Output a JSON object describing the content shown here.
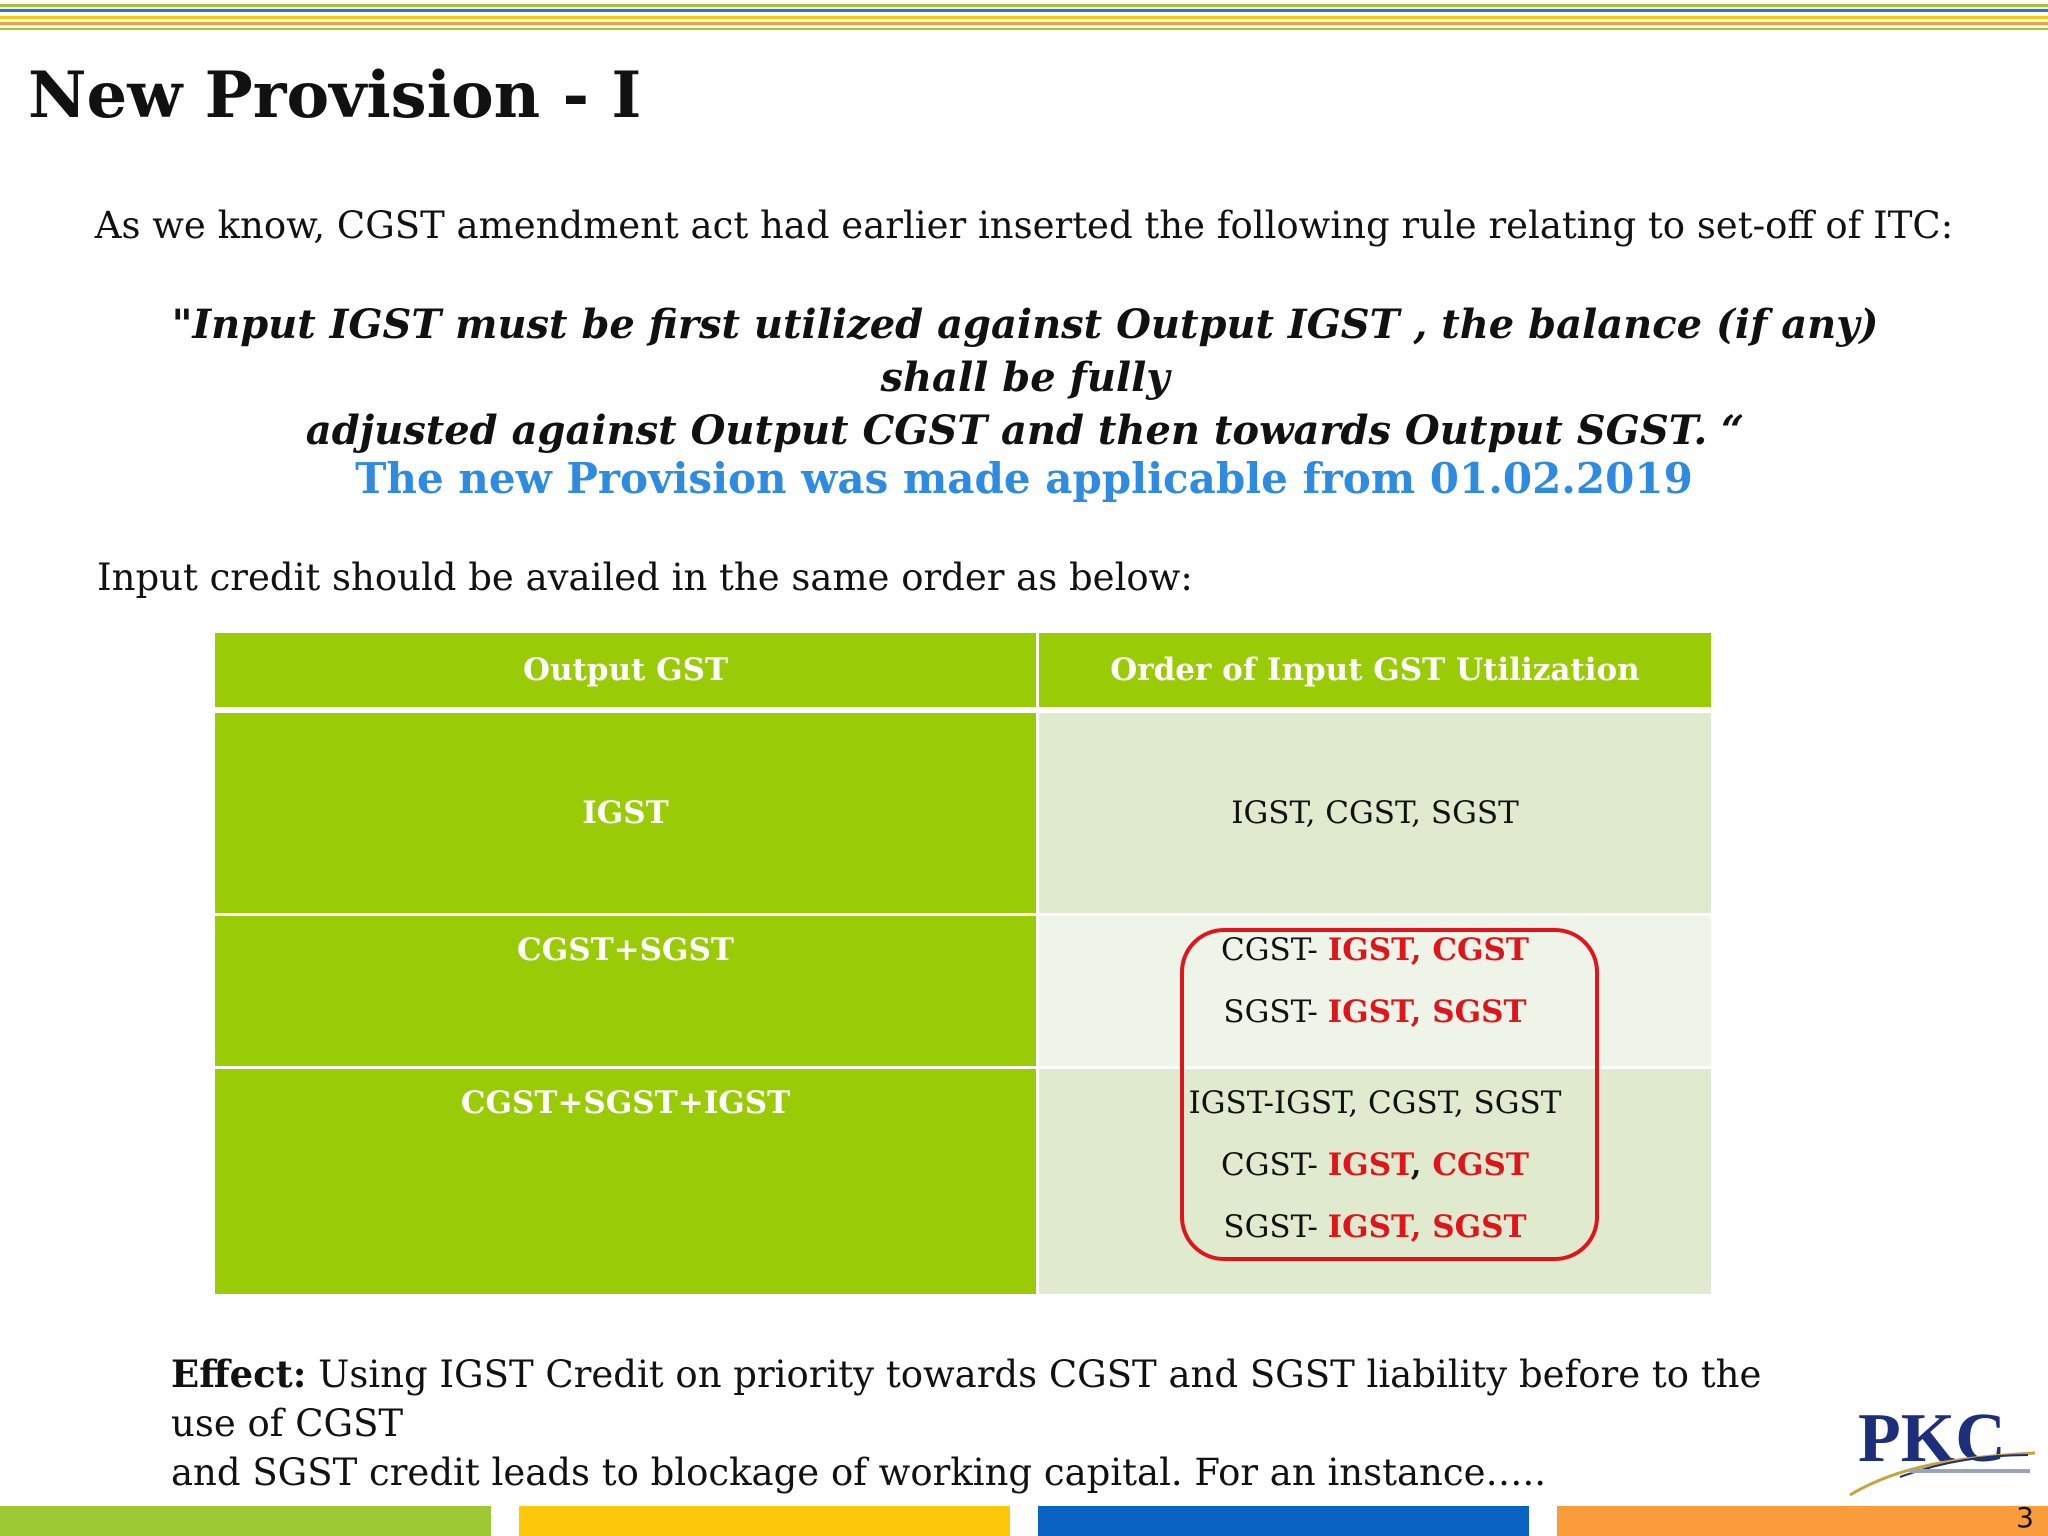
{
  "slide": {
    "title": "New Provision - I",
    "intro": "As we know, CGST amendment act had earlier inserted the following rule relating to set-off of ITC:",
    "quote_line1": "\"Input IGST must be first utilized against Output IGST , the balance (if any) shall be fully",
    "quote_line2": "adjusted against Output CGST and then towards Output SGST. “",
    "applicable": "The new Provision was made applicable from 01.02.2019",
    "order_note": "Input credit should be availed in the same order as below:",
    "page_number": "3"
  },
  "table": {
    "headers": [
      "Output GST",
      "Order of Input GST Utilization"
    ],
    "rows": [
      {
        "output": "IGST",
        "lines": [
          {
            "prefix": "IGST, CGST, SGST",
            "red1": "",
            "sep": "",
            "red2": ""
          }
        ]
      },
      {
        "output": "CGST+SGST",
        "lines": [
          {
            "prefix": "CGST- ",
            "red1": "IGST, CGST",
            "sep": "",
            "red2": ""
          },
          {
            "prefix": "SGST- ",
            "red1": "IGST, SGST",
            "sep": "",
            "red2": ""
          }
        ]
      },
      {
        "output": "CGST+SGST+IGST",
        "lines": [
          {
            "prefix": "IGST-IGST, CGST, SGST",
            "red1": "",
            "sep": "",
            "red2": ""
          },
          {
            "prefix": "CGST- ",
            "red1": "IGST",
            "sep": ", ",
            "red2": "CGST"
          },
          {
            "prefix": "SGST- ",
            "red1": "IGST, SGST",
            "sep": "",
            "red2": ""
          }
        ]
      }
    ]
  },
  "effect": {
    "label": "Effect:",
    "text": " Using IGST Credit on priority towards CGST and SGST liability before to the use of CGST and SGST credit leads to blockage of working capital.  For an instance…..",
    "line1": " Using IGST Credit on priority towards CGST and SGST liability before to the use of CGST",
    "line2": "and SGST credit leads to blockage of working capital.  For an instance….."
  },
  "logo": {
    "text": "PKC",
    "icon": "pkc-logo"
  },
  "colors": {
    "table_green": "#9acb07",
    "highlight_red": "#e0141b",
    "applicable_blue": "#2e8be0",
    "bar_green": "#9dc934",
    "bar_yellow": "#fdc80a",
    "bar_blue": "#0a63c2",
    "bar_orange": "#fb9c3c"
  }
}
